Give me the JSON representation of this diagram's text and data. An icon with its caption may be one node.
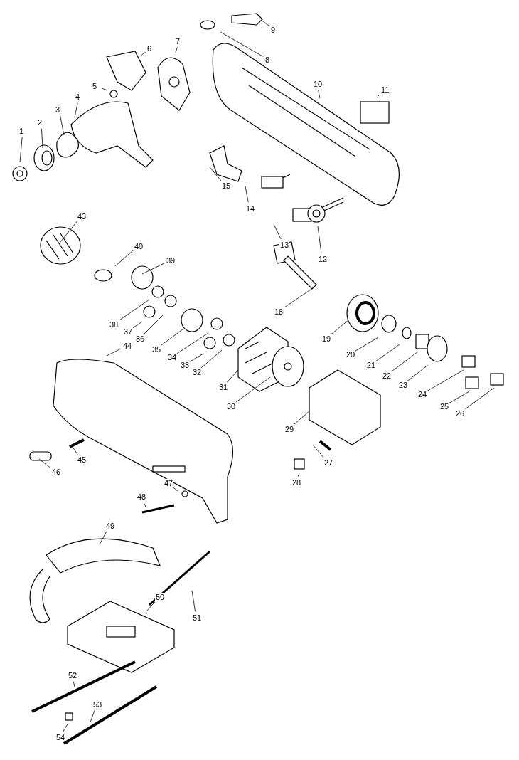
{
  "diagram": {
    "nodes": [
      {
        "text": [
          "1"
        ]
      },
      {
        "text": [
          "2"
        ]
      },
      {
        "text": [
          "3"
        ]
      },
      {
        "text": [
          "4"
        ]
      },
      {
        "text": [
          "5"
        ]
      },
      {
        "text": [
          "6"
        ]
      },
      {
        "text": [
          "7"
        ]
      },
      {
        "text": [
          "8"
        ]
      },
      {
        "text": [
          "9"
        ]
      },
      {
        "text": [
          "10"
        ]
      },
      {
        "text": [
          "11"
        ]
      },
      {
        "text": [
          "12"
        ]
      },
      {
        "text": [
          "13"
        ]
      },
      {
        "text": [
          "14"
        ]
      },
      {
        "text": [
          "15"
        ]
      },
      {
        "text": [
          "18"
        ]
      },
      {
        "text": [
          "19"
        ]
      },
      {
        "text": [
          "20"
        ]
      },
      {
        "text": [
          "21"
        ]
      },
      {
        "text": [
          "22"
        ]
      },
      {
        "text": [
          "23"
        ]
      },
      {
        "text": [
          "24"
        ]
      },
      {
        "text": [
          "25"
        ]
      },
      {
        "text": [
          "26"
        ]
      },
      {
        "text": [
          "27"
        ]
      },
      {
        "text": [
          "28"
        ]
      },
      {
        "text": [
          "29"
        ]
      },
      {
        "text": [
          "30"
        ]
      },
      {
        "text": [
          "31"
        ]
      },
      {
        "text": [
          "32"
        ]
      },
      {
        "text": [
          "33"
        ]
      },
      {
        "text": [
          "34"
        ]
      },
      {
        "text": [
          "35"
        ]
      },
      {
        "text": [
          "36"
        ]
      },
      {
        "text": [
          "37"
        ]
      },
      {
        "text": [
          "38"
        ]
      },
      {
        "text": [
          "39"
        ]
      },
      {
        "text": [
          "40"
        ]
      },
      {
        "text": [
          "43"
        ]
      },
      {
        "text": [
          "44"
        ]
      },
      {
        "text": [
          "45"
        ]
      },
      {
        "text": [
          "46"
        ]
      },
      {
        "text": [
          "47"
        ]
      },
      {
        "text": [
          "48"
        ]
      },
      {
        "text": [
          "49"
        ]
      },
      {
        "text": [
          "50"
        ]
      },
      {
        "text": [
          "51"
        ]
      },
      {
        "text": [
          "52"
        ]
      },
      {
        "text": [
          "53"
        ]
      },
      {
        "text": [
          "54"
        ]
      }
    ],
    "edges": [
      {
        "from": 0,
        "to": null,
        "arrow": "none"
      },
      {
        "from": 1,
        "to": null,
        "arrow": "none"
      },
      {
        "from": 2,
        "to": null,
        "arrow": "none"
      },
      {
        "from": 3,
        "to": null,
        "arrow": "none"
      },
      {
        "from": 4,
        "to": null,
        "arrow": "none"
      },
      {
        "from": 5,
        "to": null,
        "arrow": "none"
      },
      {
        "from": 6,
        "to": null,
        "arrow": "none"
      },
      {
        "from": 7,
        "to": null,
        "arrow": "none"
      },
      {
        "from": 8,
        "to": null,
        "arrow": "none"
      },
      {
        "from": 9,
        "to": null,
        "arrow": "none"
      },
      {
        "from": 10,
        "to": null,
        "arrow": "none"
      },
      {
        "from": 11,
        "to": null,
        "arrow": "none"
      },
      {
        "from": 12,
        "to": null,
        "arrow": "none"
      },
      {
        "from": 13,
        "to": null,
        "arrow": "none"
      },
      {
        "from": 14,
        "to": null,
        "arrow": "none"
      },
      {
        "from": 15,
        "to": null,
        "arrow": "none"
      },
      {
        "from": 16,
        "to": null,
        "arrow": "none"
      },
      {
        "from": 17,
        "to": null,
        "arrow": "none"
      },
      {
        "from": 18,
        "to": null,
        "arrow": "none"
      },
      {
        "from": 19,
        "to": null,
        "arrow": "none"
      },
      {
        "from": 20,
        "to": null,
        "arrow": "none"
      },
      {
        "from": 21,
        "to": null,
        "arrow": "none"
      },
      {
        "from": 22,
        "to": null,
        "arrow": "none"
      },
      {
        "from": 23,
        "to": null,
        "arrow": "none"
      },
      {
        "from": 24,
        "to": null,
        "arrow": "none"
      },
      {
        "from": 25,
        "to": null,
        "arrow": "none"
      },
      {
        "from": 26,
        "to": null,
        "arrow": "none"
      },
      {
        "from": 27,
        "to": null,
        "arrow": "none"
      },
      {
        "from": 28,
        "to": null,
        "arrow": "none"
      },
      {
        "from": 29,
        "to": null,
        "arrow": "none"
      },
      {
        "from": 30,
        "to": null,
        "arrow": "none"
      },
      {
        "from": 31,
        "to": null,
        "arrow": "none"
      },
      {
        "from": 32,
        "to": null,
        "arrow": "none"
      },
      {
        "from": 33,
        "to": null,
        "arrow": "none"
      },
      {
        "from": 34,
        "to": null,
        "arrow": "none"
      },
      {
        "from": 35,
        "to": null,
        "arrow": "none"
      },
      {
        "from": 36,
        "to": null,
        "arrow": "none"
      },
      {
        "from": 37,
        "to": null,
        "arrow": "none"
      },
      {
        "from": 38,
        "to": null,
        "arrow": "none"
      },
      {
        "from": 39,
        "to": null,
        "arrow": "none"
      },
      {
        "from": 40,
        "to": null,
        "arrow": "none"
      },
      {
        "from": 41,
        "to": null,
        "arrow": "none"
      },
      {
        "from": 42,
        "to": null,
        "arrow": "none"
      },
      {
        "from": 43,
        "to": null,
        "arrow": "none"
      },
      {
        "from": 44,
        "to": null,
        "arrow": "none"
      },
      {
        "from": 45,
        "to": null,
        "arrow": "none"
      },
      {
        "from": 46,
        "to": null,
        "arrow": "none"
      },
      {
        "from": 47,
        "to": null,
        "arrow": "none"
      },
      {
        "from": 48,
        "to": null,
        "arrow": "none"
      },
      {
        "from": 49,
        "to": null,
        "arrow": "none"
      }
    ]
  }
}
